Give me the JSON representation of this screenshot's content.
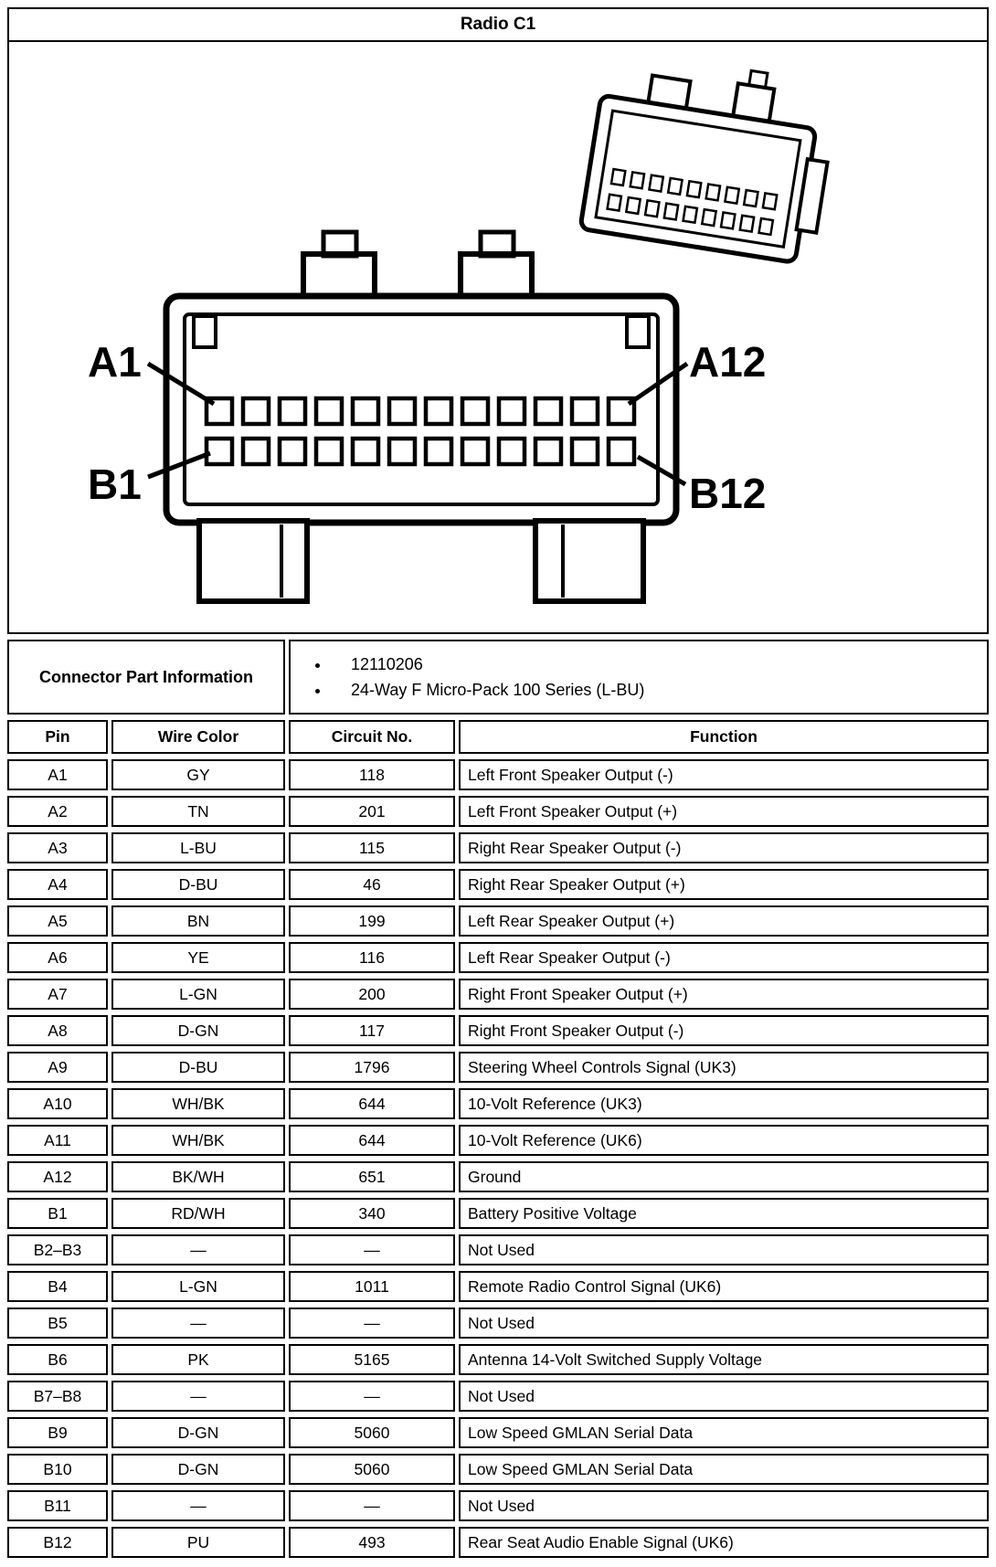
{
  "title": "Radio C1",
  "colors": {
    "line": "#000000",
    "background": "#ffffff"
  },
  "diagram": {
    "labels": {
      "a1": "A1",
      "a12": "A12",
      "b1": "B1",
      "b12": "B12"
    },
    "pins_per_row": 12,
    "pin_rows": [
      "A",
      "B"
    ]
  },
  "part_info": {
    "label": "Connector Part Information",
    "bullets": [
      "12110206",
      "24-Way F Micro-Pack 100 Series (L-BU)"
    ]
  },
  "table": {
    "headers": [
      "Pin",
      "Wire Color",
      "Circuit No.",
      "Function"
    ],
    "rows": [
      {
        "pin": "A1",
        "wire_color": "GY",
        "circuit": "118",
        "function": "Left Front Speaker Output (-)"
      },
      {
        "pin": "A2",
        "wire_color": "TN",
        "circuit": "201",
        "function": "Left Front Speaker Output (+)"
      },
      {
        "pin": "A3",
        "wire_color": "L-BU",
        "circuit": "115",
        "function": "Right Rear Speaker Output (-)"
      },
      {
        "pin": "A4",
        "wire_color": "D-BU",
        "circuit": "46",
        "function": "Right Rear Speaker Output (+)"
      },
      {
        "pin": "A5",
        "wire_color": "BN",
        "circuit": "199",
        "function": "Left Rear Speaker Output (+)"
      },
      {
        "pin": "A6",
        "wire_color": "YE",
        "circuit": "116",
        "function": "Left Rear Speaker Output (-)"
      },
      {
        "pin": "A7",
        "wire_color": "L-GN",
        "circuit": "200",
        "function": "Right Front Speaker Output (+)"
      },
      {
        "pin": "A8",
        "wire_color": "D-GN",
        "circuit": "117",
        "function": "Right Front Speaker Output (-)"
      },
      {
        "pin": "A9",
        "wire_color": "D-BU",
        "circuit": "1796",
        "function": "Steering Wheel Controls Signal (UK3)"
      },
      {
        "pin": "A10",
        "wire_color": "WH/BK",
        "circuit": "644",
        "function": "10-Volt Reference (UK3)"
      },
      {
        "pin": "A11",
        "wire_color": "WH/BK",
        "circuit": "644",
        "function": "10-Volt Reference (UK6)"
      },
      {
        "pin": "A12",
        "wire_color": "BK/WH",
        "circuit": "651",
        "function": "Ground"
      },
      {
        "pin": "B1",
        "wire_color": "RD/WH",
        "circuit": "340",
        "function": "Battery Positive Voltage"
      },
      {
        "pin": "B2–B3",
        "wire_color": "—",
        "circuit": "—",
        "function": "Not Used"
      },
      {
        "pin": "B4",
        "wire_color": "L-GN",
        "circuit": "1011",
        "function": "Remote Radio Control Signal (UK6)"
      },
      {
        "pin": "B5",
        "wire_color": "—",
        "circuit": "—",
        "function": "Not Used"
      },
      {
        "pin": "B6",
        "wire_color": "PK",
        "circuit": "5165",
        "function": "Antenna 14-Volt Switched Supply Voltage"
      },
      {
        "pin": "B7–B8",
        "wire_color": "—",
        "circuit": "—",
        "function": "Not Used"
      },
      {
        "pin": "B9",
        "wire_color": "D-GN",
        "circuit": "5060",
        "function": "Low Speed GMLAN Serial Data"
      },
      {
        "pin": "B10",
        "wire_color": "D-GN",
        "circuit": "5060",
        "function": "Low Speed GMLAN Serial Data"
      },
      {
        "pin": "B11",
        "wire_color": "—",
        "circuit": "—",
        "function": "Not Used"
      },
      {
        "pin": "B12",
        "wire_color": "PU",
        "circuit": "493",
        "function": "Rear Seat Audio Enable Signal (UK6)"
      }
    ]
  }
}
